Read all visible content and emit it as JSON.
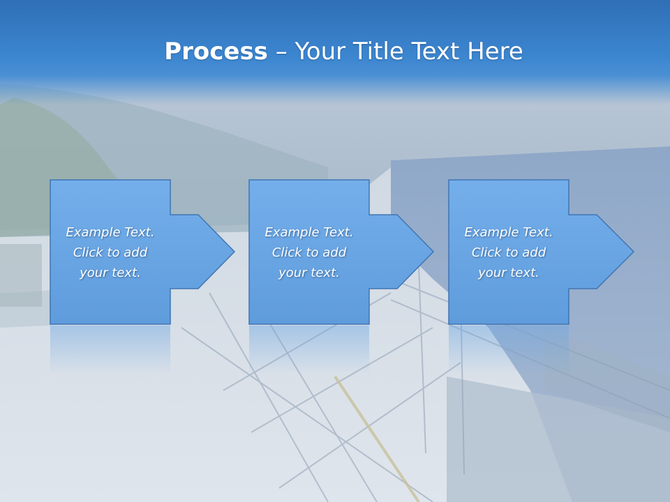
{
  "title": {
    "bold": "Process",
    "rest": " – Your Title Text Here"
  },
  "steps": [
    {
      "line1": "Example Text.",
      "line2": "Click  to add",
      "line3": "your text."
    },
    {
      "line1": "Example Text.",
      "line2": "Click  to add",
      "line3": "your text."
    },
    {
      "line1": "Example Text.",
      "line2": "Click  to add",
      "line3": "your text."
    }
  ],
  "colors": {
    "header_top": "#2f6fb6",
    "header_bottom": "#4a8fd3",
    "box_fill": "#6aa6e4",
    "box_border": "#3f75b3",
    "text": "#ffffff"
  }
}
